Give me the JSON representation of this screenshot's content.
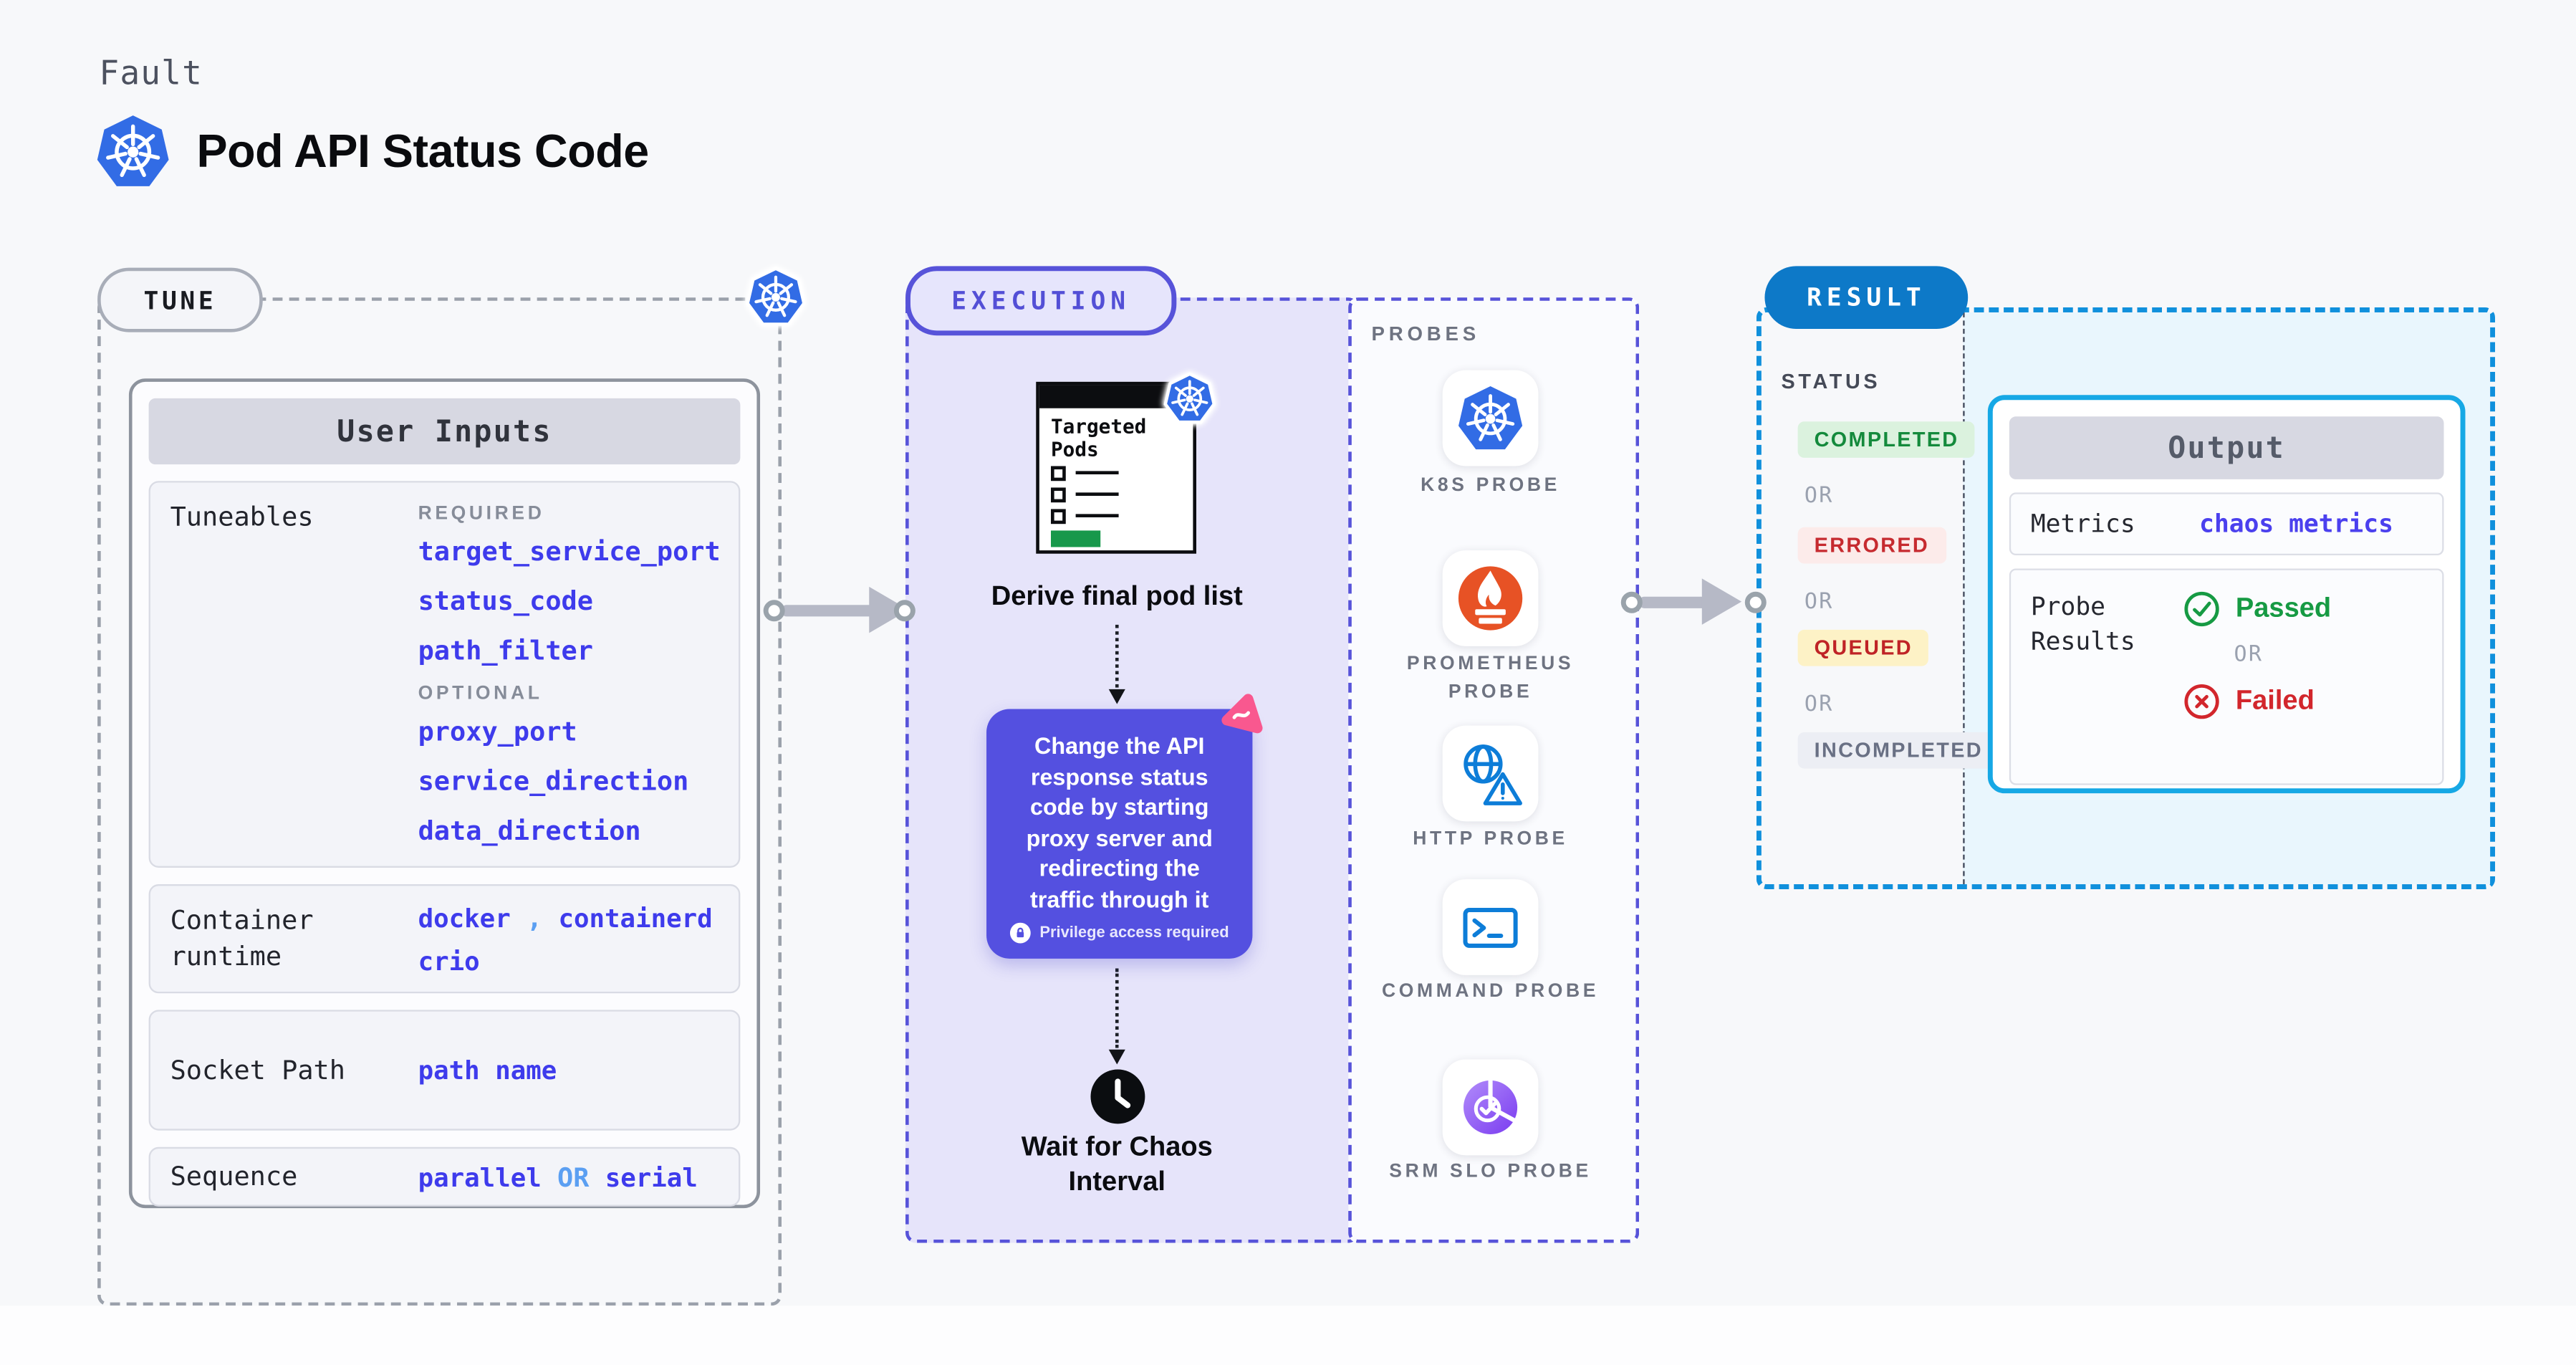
{
  "header": {
    "category_label": "Fault",
    "title": "Pod API Status Code",
    "logo_icon": "kubernetes-icon"
  },
  "tune": {
    "badge": "TUNE",
    "panel_title": "User Inputs",
    "tuneables_label": "Tuneables",
    "required_label": "REQUIRED",
    "required_params": [
      "target_service_port",
      "status_code",
      "path_filter"
    ],
    "optional_label": "OPTIONAL",
    "optional_params": [
      "proxy_port",
      "service_direction",
      "data_direction"
    ],
    "container_runtime": {
      "label": "Container runtime",
      "value_1": "docker",
      "separator": ",",
      "value_2": "containerd",
      "value_3": "crio"
    },
    "socket_path": {
      "label": "Socket Path",
      "value": "path name"
    },
    "sequence": {
      "label": "Sequence",
      "value_1": "parallel",
      "connector": "OR",
      "value_2": "serial"
    }
  },
  "execution": {
    "badge": "EXECUTION",
    "pod_list_title": "Targeted Pods",
    "step_derive": "Derive final pod list",
    "action_text": "Change the API response status code by starting proxy server and redirecting the traffic through it",
    "privilege_note": "Privilege access required",
    "step_wait": "Wait for Chaos Interval"
  },
  "probes": {
    "title": "PROBES",
    "items": [
      {
        "label": "K8S PROBE",
        "icon": "kubernetes-icon"
      },
      {
        "label": "PROMETHEUS PROBE",
        "icon": "prometheus-icon"
      },
      {
        "label": "HTTP PROBE",
        "icon": "http-globe-warning-icon"
      },
      {
        "label": "COMMAND PROBE",
        "icon": "terminal-icon"
      },
      {
        "label": "SRM SLO PROBE",
        "icon": "slo-pie-check-icon"
      }
    ]
  },
  "result": {
    "badge": "RESULT",
    "status_title": "STATUS",
    "or_label": "OR",
    "statuses": [
      {
        "label": "COMPLETED",
        "text_color": "#148a3c",
        "bg_color": "#dbf2de"
      },
      {
        "label": "ERRORED",
        "text_color": "#c62a2f",
        "bg_color": "#fcebea"
      },
      {
        "label": "QUEUED",
        "text_color": "#bf2326",
        "bg_color": "#fdf2c6"
      },
      {
        "label": "INCOMPLETED",
        "text_color": "#697084",
        "bg_color": "#eceef4"
      }
    ],
    "output": {
      "title": "Output",
      "metrics_label": "Metrics",
      "metrics_value": "chaos metrics",
      "probe_results_label": "Probe Results",
      "passed_label": "Passed",
      "or_label": "OR",
      "failed_label": "Failed"
    }
  },
  "colors": {
    "page_background": "#f7f8fa",
    "kubernetes_blue": "#326ce5",
    "indigo_accent": "#5753d9",
    "execution_fill": "#e6e4fa",
    "action_purple": "#5450e0",
    "litmus_pink": "#f9588f",
    "result_pill_blue": "#0d79c8",
    "result_dash_blue": "#1090dc",
    "result_fill_cyan": "#e9f6fd",
    "output_border_cyan": "#16a8e5",
    "value_blue": "#3e3bec",
    "light_blue_connector": "#5b9ff2",
    "passed_green": "#169a43",
    "failed_red": "#d2262c",
    "prometheus_orange": "#e75225",
    "probe_icon_blue": "#0d7dd8",
    "pod_list_green": "#17984b"
  }
}
